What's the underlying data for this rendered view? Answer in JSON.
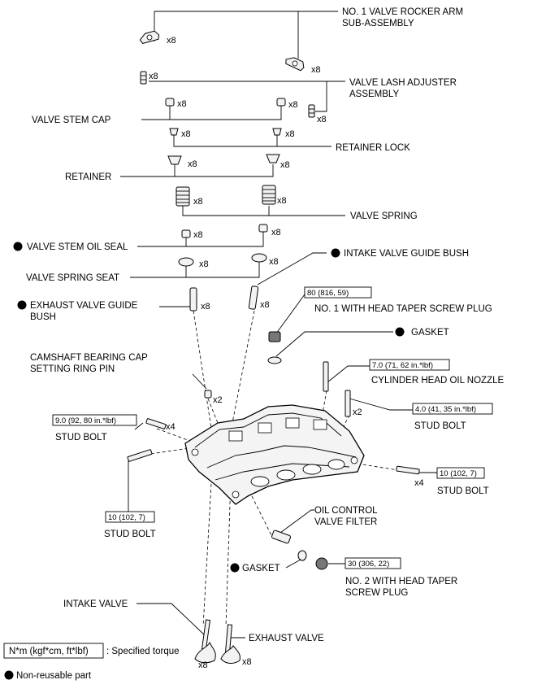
{
  "labels": {
    "rocker_arm": [
      "NO. 1 VALVE ROCKER ARM",
      "SUB-ASSEMBLY"
    ],
    "lash_adjuster": [
      "VALVE LASH ADJUSTER",
      "ASSEMBLY"
    ],
    "valve_stem_cap": "VALVE STEM CAP",
    "retainer_lock": "RETAINER LOCK",
    "retainer": "RETAINER",
    "valve_spring": "VALVE SPRING",
    "valve_stem_oil_seal": "VALVE STEM OIL SEAL",
    "intake_valve_guide_bush": "INTAKE VALVE GUIDE BUSH",
    "valve_spring_seat": "VALVE SPRING SEAT",
    "exhaust_valve_guide_bush": [
      "EXHAUST VALVE GUIDE",
      "BUSH"
    ],
    "no1_taper_plug": "NO. 1 WITH HEAD TAPER SCREW PLUG",
    "gasket_upper": "GASKET",
    "camshaft_ring_pin": [
      "CAMSHAFT BEARING CAP",
      "SETTING RING PIN"
    ],
    "oil_nozzle": "CYLINDER HEAD OIL NOZZLE",
    "stud_bolt_left_upper": "STUD BOLT",
    "stud_bolt_right_upper": "STUD BOLT",
    "stud_bolt_right_lower": "STUD BOLT",
    "stud_bolt_left_lower": "STUD BOLT",
    "oil_control_valve_filter": [
      "OIL CONTROL",
      "VALVE FILTER"
    ],
    "gasket_lower": "GASKET",
    "no2_taper_plug": [
      "NO. 2 WITH HEAD TAPER",
      "SCREW PLUG"
    ],
    "intake_valve": "INTAKE VALVE",
    "exhaust_valve": "EXHAUST VALVE"
  },
  "quantities": {
    "rocker_a": "x8",
    "rocker_b": "x8",
    "lash_a": "x8",
    "lash_b": "x8",
    "cap_a": "x8",
    "cap_b": "x8",
    "lock_a": "x8",
    "lock_b": "x8",
    "retainer_a": "x8",
    "retainer_b": "x8",
    "spring_a": "x8",
    "spring_b": "x8",
    "seal_a": "x8",
    "seal_b": "x8",
    "seat_a": "x8",
    "seat_b": "x8",
    "guide_a": "x8",
    "guide_b": "x8",
    "ring_pin": "x2",
    "stud_left_upper": "x4",
    "stud_right_upper": "x2",
    "stud_right_lower": "x4",
    "valve_intake": "x8",
    "valve_exhaust": "x8"
  },
  "torques": {
    "no1_plug": "80 (816, 59)",
    "oil_nozzle": "7.0 (71, 62 in.*lbf)",
    "stud_right_upper": "4.0 (41, 35 in.*lbf)",
    "stud_left_upper": "9.0 (92, 80 in.*lbf)",
    "stud_right_lower": "10 (102, 7)",
    "stud_left_lower": "10 (102, 7)",
    "no2_plug": "30 (306, 22)"
  },
  "legend": {
    "torque_box": "N*m (kgf*cm, ft*lbf)",
    "torque_text": ": Specified torque",
    "non_reusable": "Non-reusable part"
  }
}
